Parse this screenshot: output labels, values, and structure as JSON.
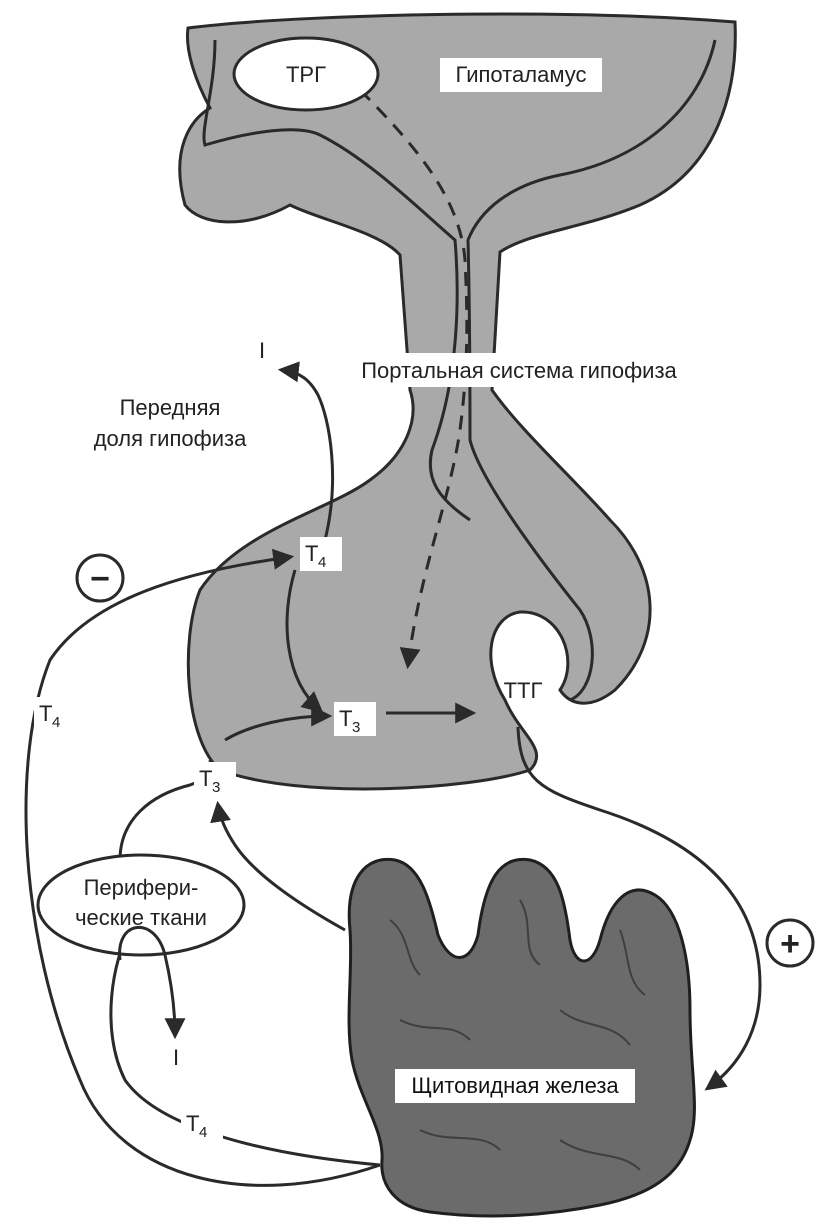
{
  "labels": {
    "hypothalamus": "Гипоталамус",
    "trh": "ТРГ",
    "portal_system": "Портальная система гипофиза",
    "anterior_pituitary_line1": "Передняя",
    "anterior_pituitary_line2": "доля гипофиза",
    "tsh": "ТТГ",
    "t4_base": "T",
    "t4_sub": "4",
    "t3_base": "T",
    "t3_sub": "3",
    "iodine": "I",
    "peripheral_line1": "Перифери-",
    "peripheral_line2": "ческие ткани",
    "thyroid": "Щитовидная железа",
    "minus": "−",
    "plus": "+"
  },
  "colors": {
    "organ_fill": "#a9a9a9",
    "thyroid_fill": "#6b6b6b",
    "line": "#2a2a2a",
    "label_bg": "#ffffff"
  }
}
